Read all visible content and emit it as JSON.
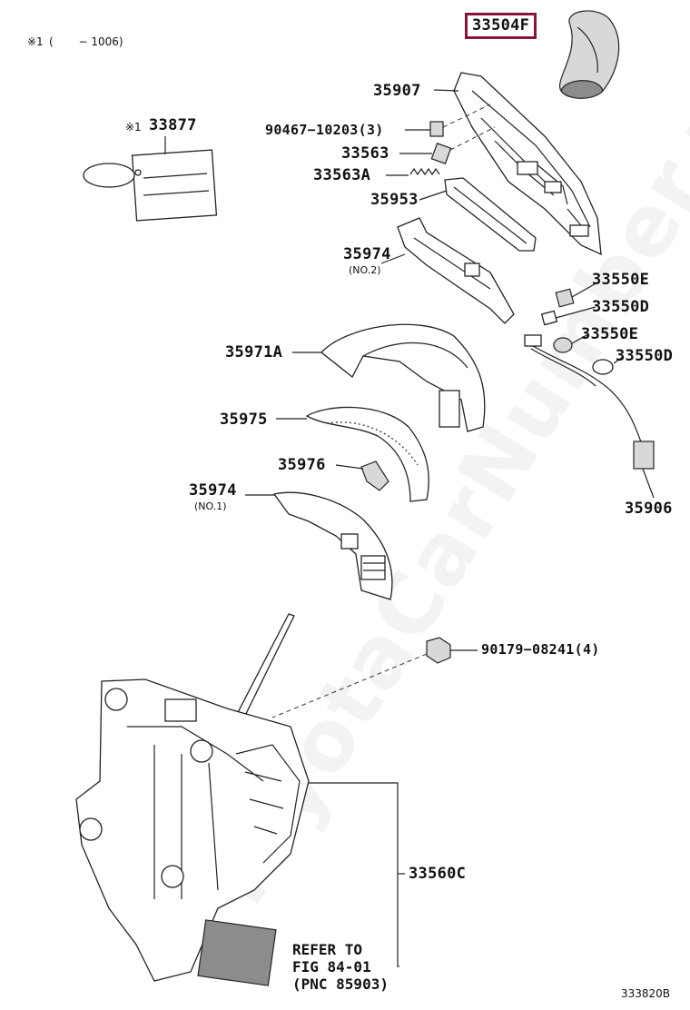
{
  "header": {
    "note_mark": "※1",
    "note_text": "(　　 − 1006)"
  },
  "highlight_color": "#8a1538",
  "labels": {
    "p33504F": "33504F",
    "p35907": "35907",
    "p90467": "90467−10203(3)",
    "p33563": "33563",
    "p33563A": "33563A",
    "p35953": "35953",
    "p35974_2": "35974",
    "p35974_2_sub": "(NO.2)",
    "p33877_mark": "※1",
    "p33877": "33877",
    "p33550E_a": "33550E",
    "p33550D_a": "33550D",
    "p33550E_b": "33550E",
    "p33550D_b": "33550D",
    "p35971A": "35971A",
    "p35975": "35975",
    "p35976": "35976",
    "p35974_1": "35974",
    "p35974_1_sub": "(NO.1)",
    "p35906": "35906",
    "p90179": "90179−08241(4)",
    "p33560C": "33560C",
    "refer": "REFER TO\nFIG 84-01\n(PNC 85903)"
  },
  "watermark": "ToyotaCarNumber.ru",
  "figure_id": "333820B"
}
